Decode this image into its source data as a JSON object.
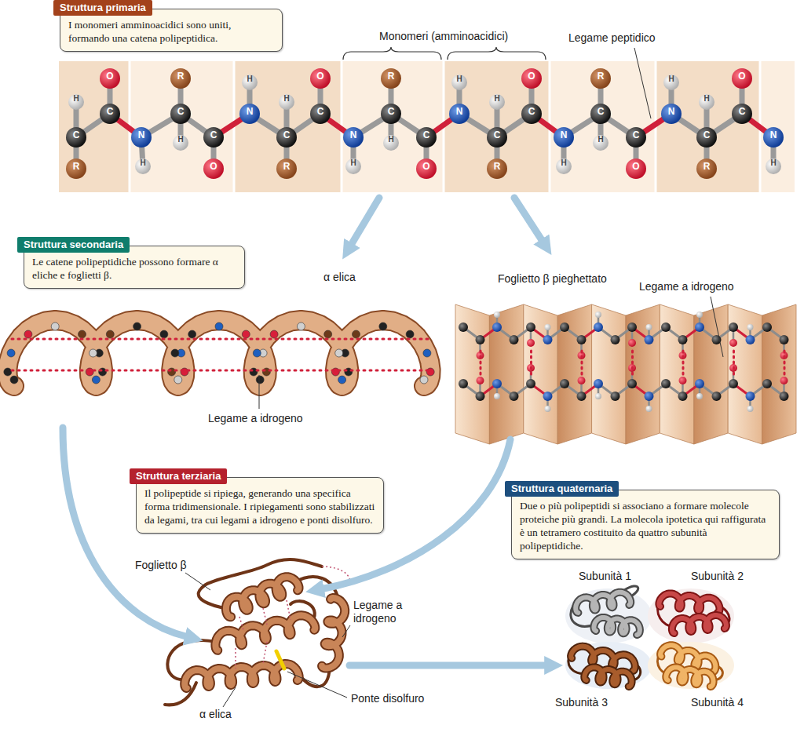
{
  "diagram": {
    "nodes": [
      {
        "text": [
          "Struttura primaria",
          "I monomeri amminoacidici sono uniti, formando una catena polipeptidica."
        ]
      },
      {
        "text": [
          "Struttura secondaria",
          "Le catene polipeptidiche possono formare α eliche e foglietti β."
        ]
      },
      {
        "text": [
          "Struttura terziaria",
          "Il polipeptide si ripiega, generando una specifica forma tridimensionale. I ripiegamenti sono stabilizzati da legami, tra cui legami a idrogeno e ponti disolfuro."
        ]
      },
      {
        "text": [
          "Struttura quaternaria",
          "Due o più polipeptidi si associano a formare molecole proteiche più grandi. La molecola ipotetica qui raffigurata è un tetramero costituito da quattro subunità polipeptidiche."
        ]
      }
    ],
    "labels": [
      "Monomeri (amminoacidici)",
      "Legame peptidico",
      "H",
      "C",
      "R",
      "O",
      "C",
      "N",
      "H",
      "R",
      "C",
      "H",
      "C",
      "O",
      "H",
      "N",
      "H",
      "C",
      "R",
      "O",
      "C",
      "N",
      "H",
      "R",
      "C",
      "H",
      "C",
      "O",
      "H",
      "N",
      "H",
      "C",
      "R",
      "O",
      "C",
      "N",
      "H",
      "R",
      "C",
      "H",
      "C",
      "O",
      "H",
      "N",
      "H",
      "C",
      "R",
      "O",
      "C",
      "N",
      "H",
      "α elica",
      "Foglietto β pieghettato",
      "Legame a idrogeno",
      "Legame a idrogeno",
      "Foglietto β",
      "Legame a idrogeno",
      "Ponte disolfuro",
      "α elica",
      "Subunità 1",
      "Subunità 2",
      "Subunità 3",
      "Subunità 4"
    ]
  }
}
